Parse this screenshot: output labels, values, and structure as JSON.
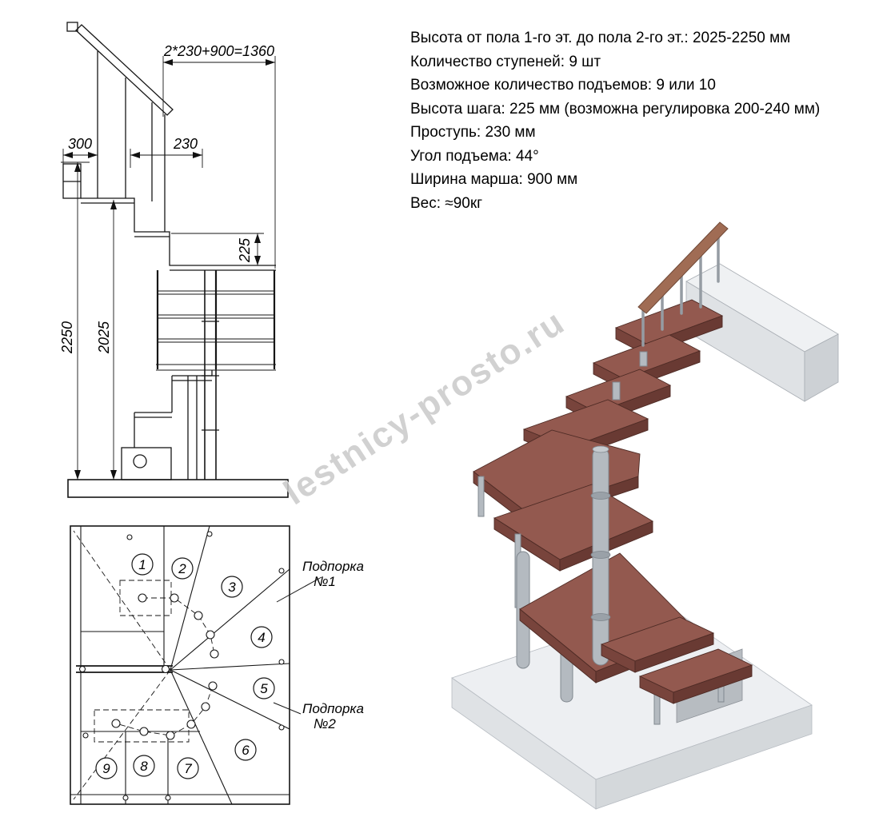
{
  "specs": {
    "lines": [
      "Высота от пола 1-го эт. до пола 2-го эт.: 2025-2250 мм",
      "Количество ступеней: 9 шт",
      "Возможное количество подъемов: 9 или 10",
      "Высота шага: 225 мм (возможна регулировка 200-240 мм)",
      "Проступь: 230 мм",
      "Угол подъема: 44°",
      "Ширина марша: 900 мм",
      "Вес: ≈90кг"
    ]
  },
  "elevation": {
    "dim_total": "2*230+900=1360",
    "dim_overhang": "300",
    "dim_tread": "230",
    "dim_rise": "225",
    "dim_height_max": "2250",
    "dim_height_min": "2025"
  },
  "plan": {
    "steps": [
      "1",
      "2",
      "3",
      "4",
      "5",
      "6",
      "7",
      "8",
      "9"
    ],
    "supports": [
      {
        "line1": "Подпорка",
        "line2": "№1"
      },
      {
        "line1": "Подпорка",
        "line2": "№2"
      }
    ]
  },
  "watermark": "lestnicy-prosto.ru"
}
